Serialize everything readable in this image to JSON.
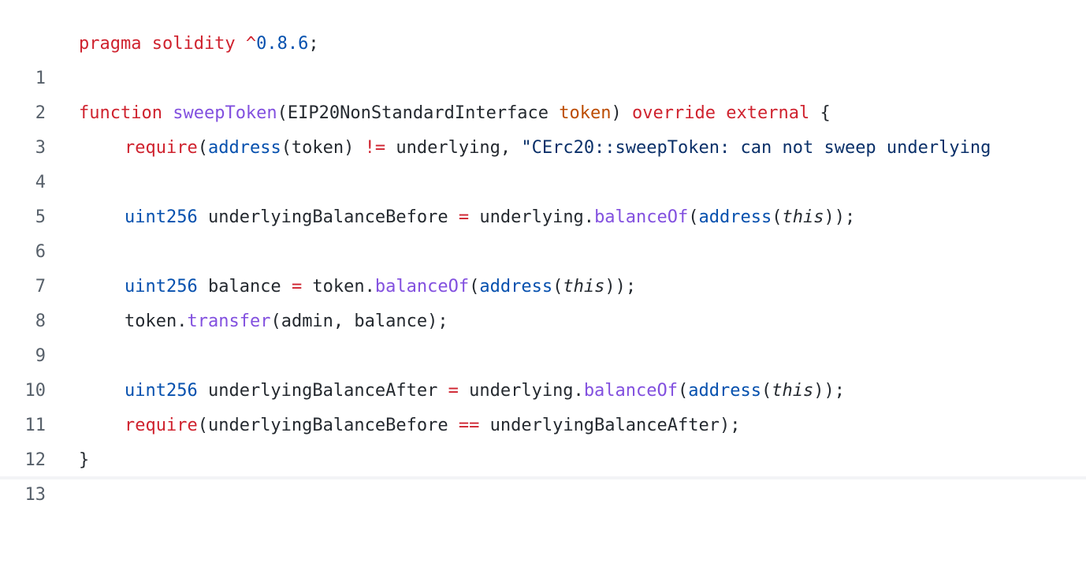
{
  "code": {
    "line_numbers": [
      "1",
      "2",
      "3",
      "4",
      "5",
      "6",
      "7",
      "8",
      "9",
      "10",
      "11",
      "12",
      "13"
    ],
    "l1": {
      "t1": "pragma solidity ^",
      "t2": "0.8.6",
      ";": ";"
    },
    "l3": {
      "t1": "function",
      "t2": " ",
      "t3": "sweepToken",
      "t4": "(EIP20NonStandardInterface ",
      "t5": "token",
      "t6": ") ",
      "t7": "override",
      "t8": " ",
      "t9": "external",
      "t10": " {"
    },
    "l4": {
      "t1": "require",
      "t2": "(",
      "t3": "address",
      "t4": "(token) ",
      "t5": "!=",
      "t6": " underlying, ",
      "t7": "\"CErc20::sweepToken: can not sweep underlying"
    },
    "l6": {
      "t1": "uint256",
      "t2": " underlyingBalanceBefore ",
      "t3": "=",
      "t4": " underlying.",
      "t5": "balanceOf",
      "t6": "(",
      "t7": "address",
      "t8": "(",
      "t9": "this",
      "t10": "));"
    },
    "l8": {
      "t1": "uint256",
      "t2": " balance ",
      "t3": "=",
      "t4": " token.",
      "t5": "balanceOf",
      "t6": "(",
      "t7": "address",
      "t8": "(",
      "t9": "this",
      "t10": "));"
    },
    "l9": {
      "t1": "token.",
      "t2": "transfer",
      "t3": "(admin, balance);"
    },
    "l11": {
      "t1": "uint256",
      "t2": " underlyingBalanceAfter ",
      "t3": "=",
      "t4": " underlying.",
      "t5": "balanceOf",
      "t6": "(",
      "t7": "address",
      "t8": "(",
      "t9": "this",
      "t10": "));"
    },
    "l12": {
      "t1": "require",
      "t2": "(underlyingBalanceBefore ",
      "t3": "==",
      "t4": " underlyingBalanceAfter);"
    },
    "l13": {
      "t1": "}"
    }
  },
  "colors": {
    "keyword": "#cf222e",
    "number": "#0550ae",
    "function": "#8250df",
    "type": "#0550ae",
    "parameter": "#bc4c00",
    "string": "#0a3069",
    "text": "#24292f",
    "line_number": "#57606a"
  }
}
